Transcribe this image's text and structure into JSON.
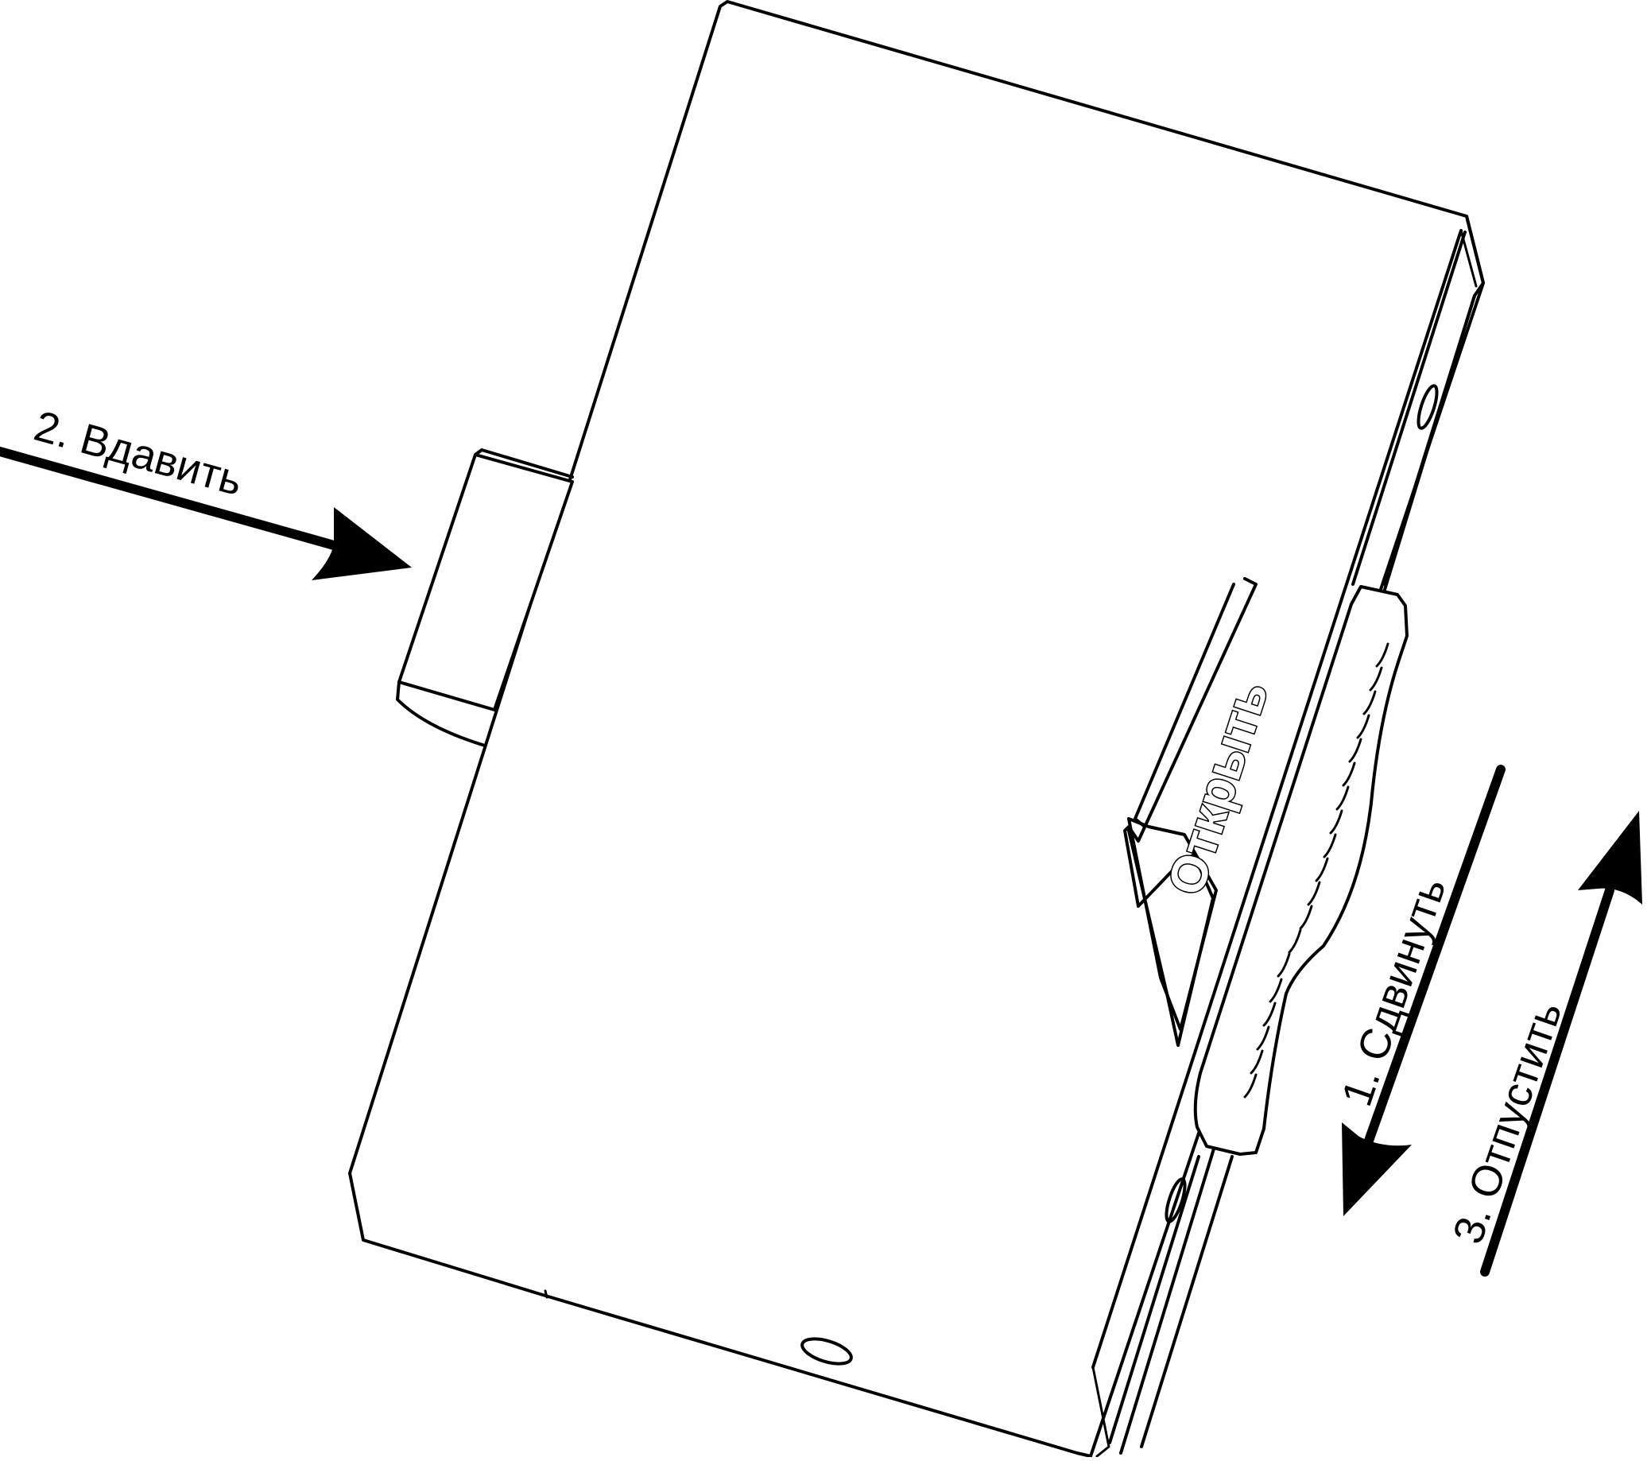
{
  "labels": {
    "step1": "1. Сдвинуть",
    "step2": "2. Вдавить",
    "step3": "3. Отпустить",
    "open": "Открыть"
  },
  "colors": {
    "stroke": "#000000",
    "background": "#ffffff"
  }
}
